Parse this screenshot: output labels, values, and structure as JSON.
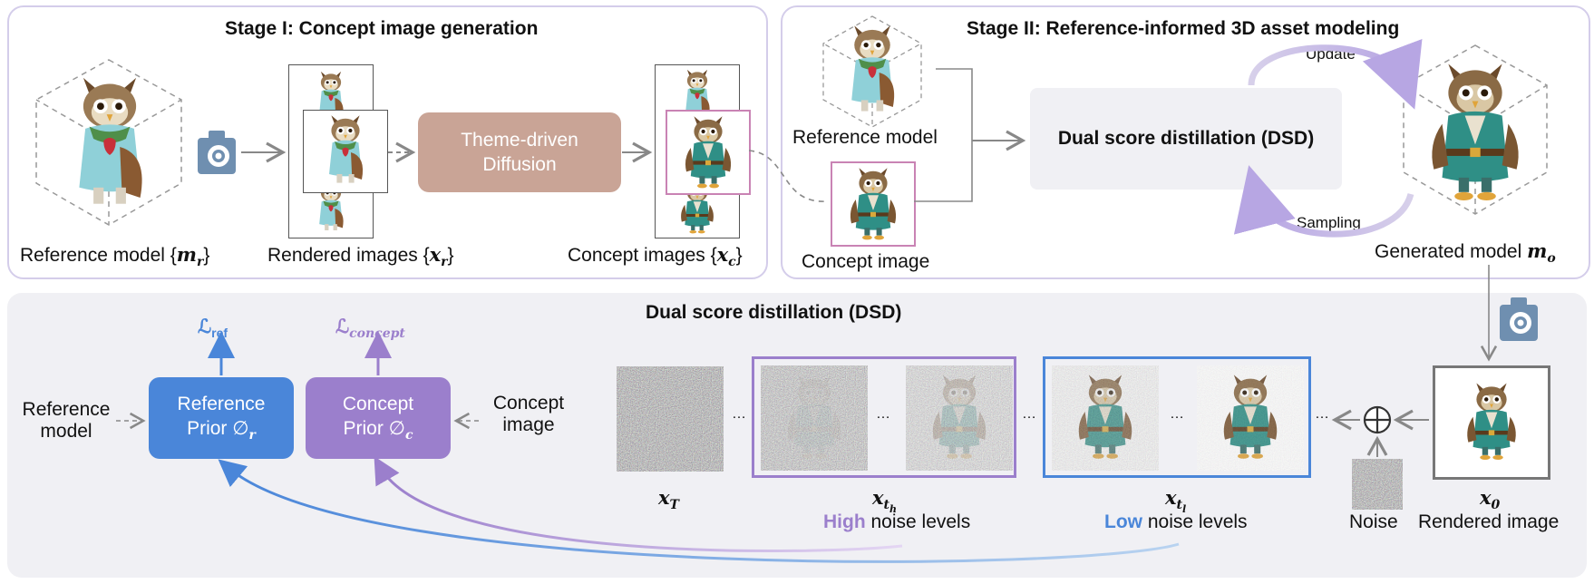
{
  "stage1": {
    "title": "Stage I: Concept image generation",
    "reference_model": "Reference model {",
    "reference_var": "m",
    "reference_sub": "r",
    "rendered_images": "Rendered images {",
    "rendered_var": "x",
    "rendered_sub": "r",
    "diffusion_line1": "Theme-driven",
    "diffusion_line2": "Diffusion",
    "concept_images": "Concept images {",
    "concept_var": "x",
    "concept_sub": "c",
    "close_brace": "}"
  },
  "stage2": {
    "title": "Stage II: Reference-informed 3D asset modeling",
    "reference_model": "Reference model",
    "concept_image": "Concept image",
    "dsd_box": "Dual score distillation (DSD)",
    "update": "Update",
    "sampling": "Sampling",
    "generated_model": "Generated model ",
    "generated_var": "m",
    "generated_sub": "o"
  },
  "dsd": {
    "title": "Dual score distillation (DSD)",
    "loss_ref": "ℒ",
    "loss_ref_sub": "ref",
    "loss_concept": "ℒ",
    "loss_concept_sub": "concept",
    "ref_model_line1": "Reference",
    "ref_model_line2": "model",
    "ref_prior_line1": "Reference",
    "ref_prior_line2": "Prior ∅",
    "ref_prior_sub": "r",
    "concept_prior_line1": "Concept",
    "concept_prior_line2": "Prior ∅",
    "concept_prior_sub": "c",
    "concept_image_line1": "Concept",
    "concept_image_line2": "image",
    "xT": "x",
    "xT_sub": "T",
    "xth": "x",
    "xth_sub": "t",
    "xth_subsub": "h",
    "xtl": "x",
    "xtl_sub": "t",
    "xtl_subsub": "l",
    "high": "High",
    "low": "Low",
    "noise_levels": " noise levels",
    "x0": "x",
    "x0_sub": "0",
    "rendered_image": "Rendered image",
    "noise": "Noise",
    "ellipsis": "···",
    "ellipsis_short": "…"
  },
  "colors": {
    "stage_border": "#d4cdea",
    "bottom_bg": "#f0f0f4",
    "ref_prior": "#4a86d9",
    "concept_prior": "#9b7fcc",
    "diffusion_box": "#c9a496",
    "concept_frame": "#c983b4",
    "high_frame": "#9b7fcc",
    "low_frame": "#4a86d9",
    "high_text": "#9b7fcc",
    "low_text": "#4a86d9",
    "camera": "#6f8fb0"
  },
  "icons": [
    "camera-icon",
    "plus-circle-icon",
    "owl-image"
  ]
}
